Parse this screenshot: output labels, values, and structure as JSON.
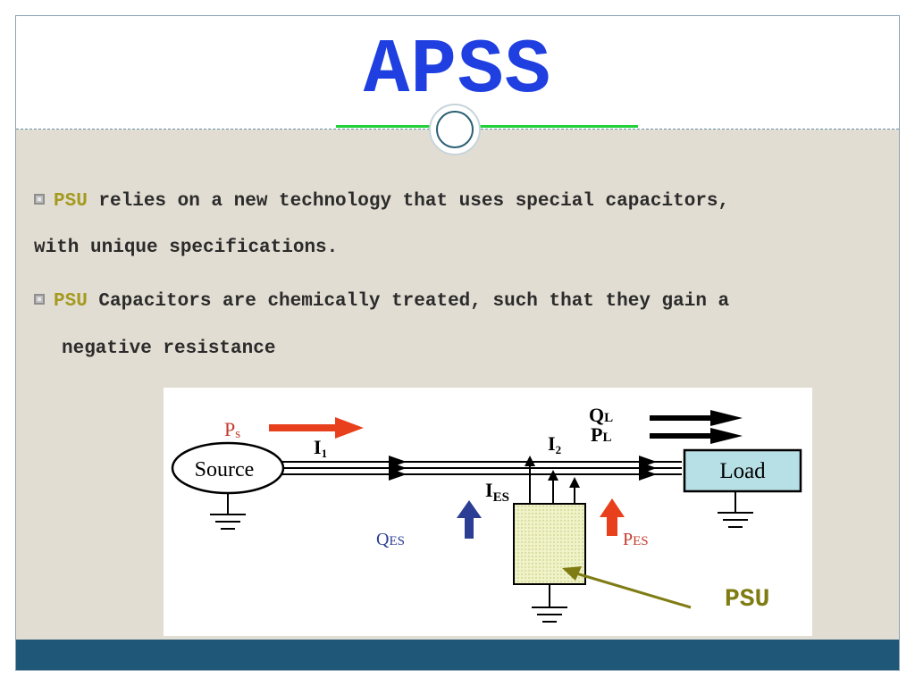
{
  "title": "APSS",
  "bullets": [
    {
      "keyword": "PSU",
      "line1": " relies on a new  technology that uses special capacitors,",
      "line2": "with unique specifications."
    },
    {
      "keyword": "PSU",
      "line1": " Capacitors are chemically treated, such that they gain a",
      "line2": "negative resistance"
    }
  ],
  "diagram": {
    "source_label": "Source",
    "load_label": "Load",
    "ps_main": "P",
    "ps_sub": "s",
    "i1_main": "I",
    "i1_sub": "1",
    "i2_main": "I",
    "i2_sub": "2",
    "ql_main": "Q",
    "ql_sub": "L",
    "pl_main": "P",
    "pl_sub": "L",
    "ies_main": "I",
    "ies_sub": "ES",
    "qes_main": "Q",
    "qes_sub": "ES",
    "pes_main": "P",
    "pes_sub": "ES",
    "psu_callout": "PSU",
    "colors": {
      "ps_arrow": "#e8401c",
      "qes_arrow": "#2c3e93",
      "pes_arrow": "#e8401c",
      "psu_box": "#f0f2c8",
      "load_box": "#b6dfe6",
      "callout": "#7f7c14"
    }
  },
  "theme": {
    "title_color": "#1f3fe0",
    "keyword_color": "#a39a1e",
    "footer_color": "#1e5777"
  }
}
